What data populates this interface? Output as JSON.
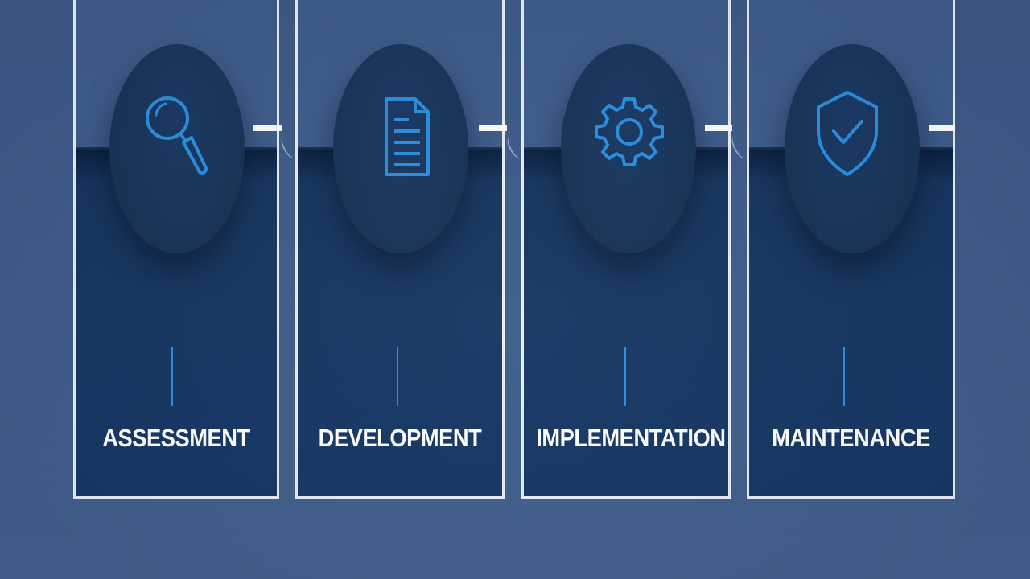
{
  "diagram": {
    "colors": {
      "background": "#3f5c8a",
      "card_fill": "#163866",
      "card_border": "#e9eef6",
      "icon_accent": "#2c8fe0",
      "label_text": "#ffffff"
    },
    "steps": [
      {
        "label": "ASSESSMENT",
        "icon": "magnifying-glass-icon"
      },
      {
        "label": "DEVELOPMENT",
        "icon": "document-icon"
      },
      {
        "label": "IMPLEMENTATION",
        "icon": "gear-icon"
      },
      {
        "label": "MAINTENANCE",
        "icon": "shield-check-icon"
      }
    ]
  }
}
